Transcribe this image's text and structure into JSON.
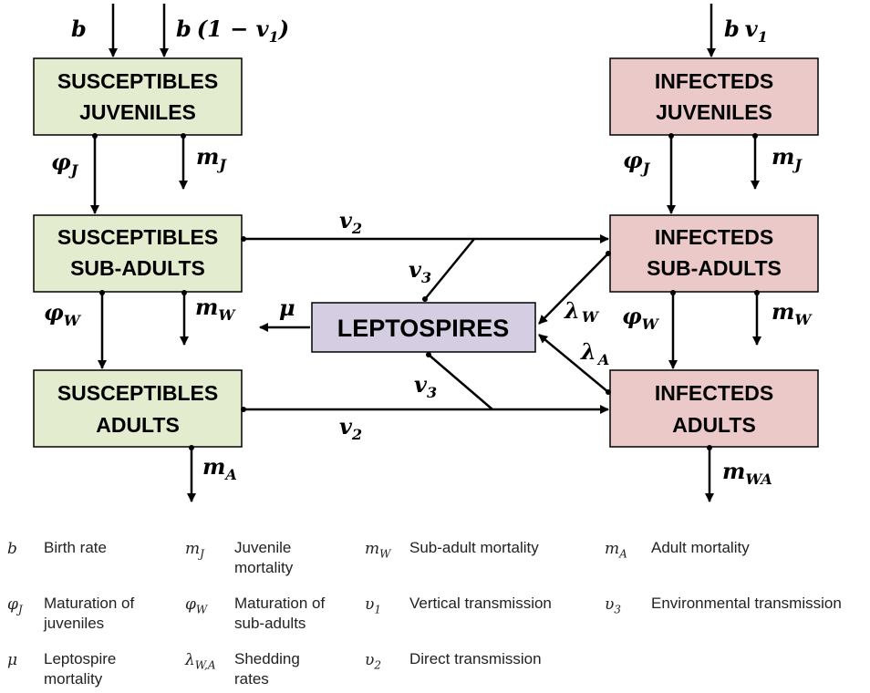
{
  "diagram": {
    "boxes": {
      "sus_juv": [
        "SUSCEPTIBLES",
        "JUVENILES"
      ],
      "sus_sub": [
        "SUSCEPTIBLES",
        "SUB-ADULTS"
      ],
      "sus_adu": [
        "SUSCEPTIBLES",
        "ADULTS"
      ],
      "inf_juv": [
        "INFECTEDS",
        "JUVENILES"
      ],
      "inf_sub": [
        "INFECTEDS",
        "SUB-ADULTS"
      ],
      "inf_adu": [
        "INFECTEDS",
        "ADULTS"
      ],
      "lepto": "LEPTOSPIRES"
    },
    "colors": {
      "susceptible_fill": "#e3eccf",
      "infected_fill": "#ecc9c9",
      "leptospire_fill": "#d5cee3",
      "stroke": "#000000"
    },
    "labels": {
      "b": "b",
      "b_one_minus": "b",
      "one_minus_open": "(1 − ",
      "v": "v",
      "one": "1",
      "close": ")",
      "bv1_b": "b",
      "phi": "φ",
      "m": "m",
      "mu": "μ",
      "lambda": "λ",
      "sub_J": "J",
      "sub_W": "W",
      "sub_A": "A",
      "sub_WA": "WA",
      "sub_1": "1",
      "sub_2": "2",
      "sub_3": "3"
    }
  },
  "legend": [
    {
      "sym": "b",
      "sub": "",
      "text": "Birth rate"
    },
    {
      "sym": "m",
      "sub": "J",
      "text": "Juvenile mortality"
    },
    {
      "sym": "m",
      "sub": "W",
      "text": "Sub-adult mortality"
    },
    {
      "sym": "m",
      "sub": "A",
      "text": "Adult mortality"
    },
    {
      "sym": "φ",
      "sub": "J",
      "text": "Maturation of juveniles"
    },
    {
      "sym": "φ",
      "sub": "W",
      "text": "Maturation of sub-adults"
    },
    {
      "sym": "υ",
      "sub": "1",
      "text": "Vertical transmission"
    },
    {
      "sym": "υ",
      "sub": "3",
      "text": "Environmental transmission"
    },
    {
      "sym": "μ",
      "sub": "",
      "text": "Leptospire mortality"
    },
    {
      "sym": "λ",
      "sub": "W,A",
      "text": "Shedding rates"
    },
    {
      "sym": "υ",
      "sub": "2",
      "text": "Direct transmission"
    }
  ]
}
